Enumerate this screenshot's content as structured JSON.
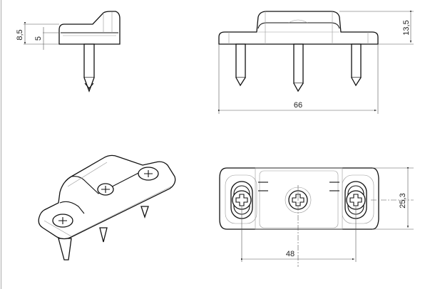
{
  "drawing": {
    "side_view": {
      "dim_total_height": "8,5",
      "dim_plate_height": "5"
    },
    "front_view": {
      "dim_length": "66",
      "dim_height": "13,5"
    },
    "top_view": {
      "dim_width": "25,3",
      "dim_screw_spacing": "48"
    }
  }
}
